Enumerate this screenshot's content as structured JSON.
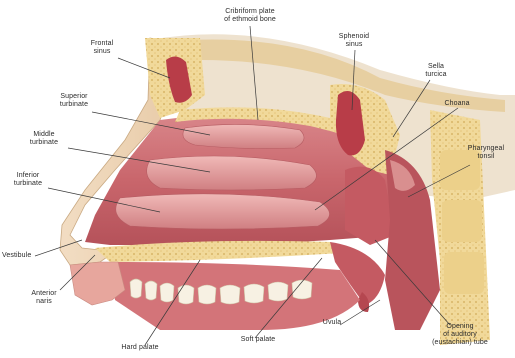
{
  "diagram": {
    "labels": {
      "cribriform_plate": "Cribriform plate\nof ethmoid bone",
      "frontal_sinus": "Frontal\nsinus",
      "sphenoid_sinus": "Sphenoid\nsinus",
      "sella_turcica": "Sella\nturcica",
      "superior_turbinate": "Superior\nturbinate",
      "middle_turbinate": "Middle\nturbinate",
      "inferior_turbinate": "Inferior\nturbinate",
      "choana": "Choana",
      "pharyngeal_tonsil": "Pharyngeal\ntonsil",
      "vestibule": "Vestibule",
      "anterior_naris": "Anterior\nnaris",
      "hard_palate": "Hard palate",
      "soft_palate": "Soft palate",
      "uvula": "Uvula",
      "eustachian_opening": "Opening\nof auditory\n(eustachian) tube"
    }
  }
}
